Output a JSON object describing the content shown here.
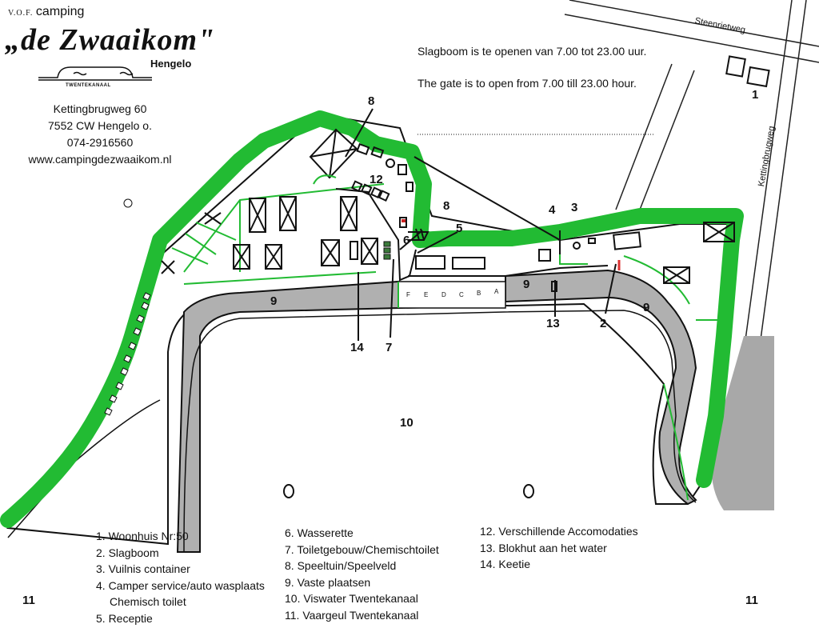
{
  "header": {
    "vof": "V.O.F.",
    "camping": "camping",
    "brand": "„de Zwaaikom\"",
    "city": "Hengelo",
    "logo_text": "TWENTEKANAAL",
    "address_lines": [
      "Kettingbrugweg 60",
      "7552 CW Hengelo o.",
      "074-2916560",
      "www.campingdezwaaikom.nl"
    ]
  },
  "notice": {
    "nl": "Slagboom is te openen van 7.00 tot 23.00 uur.",
    "en": "The gate is to open from 7.00 till 23.00 hour."
  },
  "streets": {
    "north": "Steenrietweg",
    "east": "Kettingbrugweg"
  },
  "map_numbers": {
    "n1": "1",
    "n2": "2",
    "n3": "3",
    "n4": "4",
    "n5": "5",
    "n6": "6",
    "n7": "7",
    "n8a": "8",
    "n8b": "8",
    "n9a": "9",
    "n9b": "9",
    "n9c": "9",
    "n10": "10",
    "n11a": "11",
    "n11b": "11",
    "n12": "12",
    "n13": "13",
    "n14": "14"
  },
  "pitch_letters": [
    "F",
    "E",
    "D",
    "C",
    "B",
    "A"
  ],
  "colors": {
    "green": "#22bb33",
    "water_channel": "#a8a8a8",
    "fixed_pitch": "#b0b0b0"
  },
  "legend": {
    "col1": [
      "1. Woonhuis Nr:50",
      "2. Slagboom",
      "3. Vuilnis container",
      "4. Camper service/auto wasplaats",
      "Chemisch toilet",
      "5. Receptie"
    ],
    "col2": [
      "6. Wasserette",
      "7. Toiletgebouw/Chemischtoilet",
      "8. Speeltuin/Speelveld",
      "9. Vaste plaatsen",
      "10. Viswater Twentekanaal",
      "11. Vaargeul Twentekanaal"
    ],
    "col3": [
      "12. Verschillende Accomodaties",
      "13. Blokhut aan het water",
      "14. Keetie"
    ]
  }
}
